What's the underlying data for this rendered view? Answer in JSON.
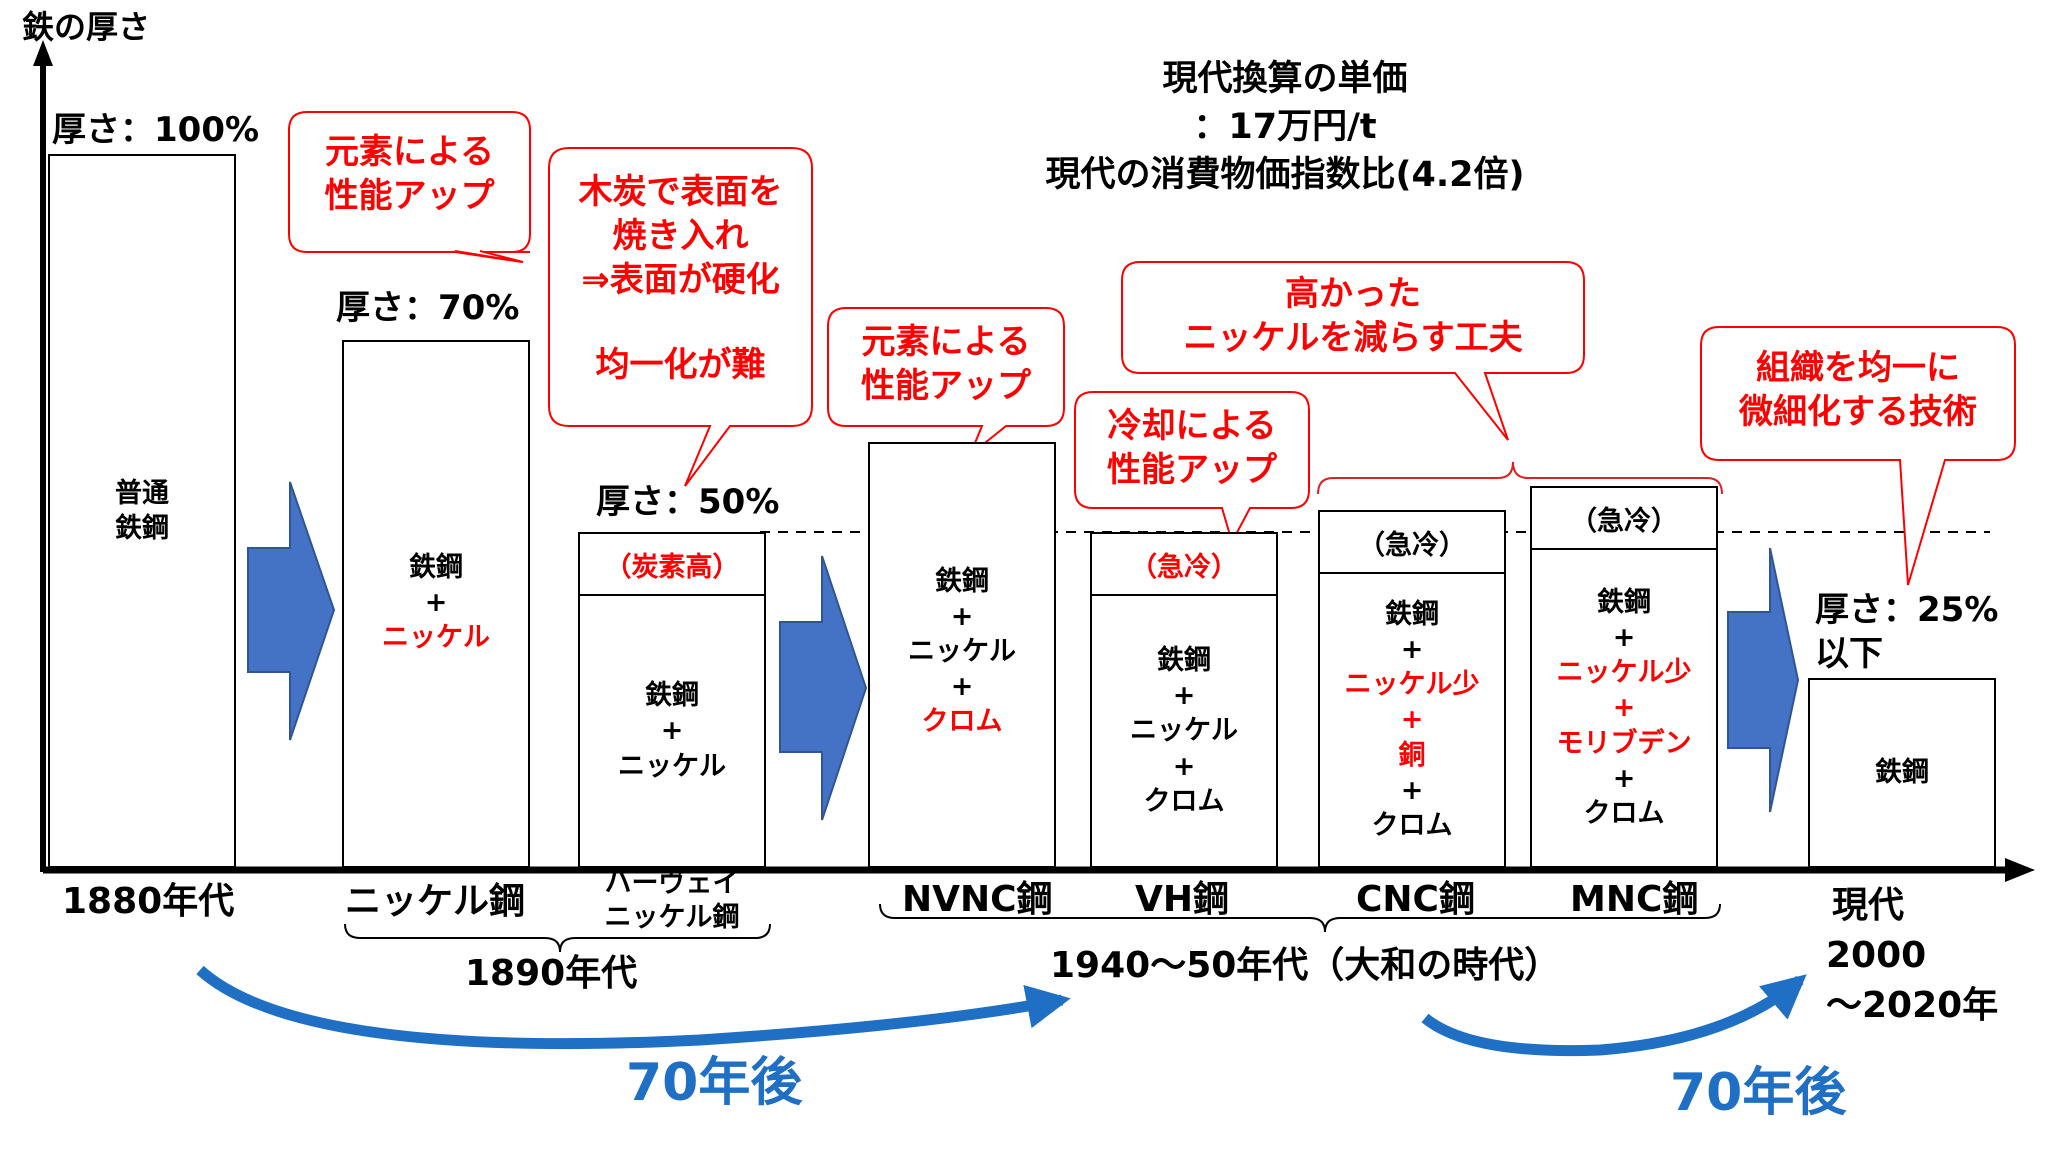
{
  "y_axis_label": "鉄の厚さ",
  "price_note": {
    "line1": "現代換算の単価",
    "line2": "：17万円/t",
    "line3": "現代の消費物価指数比(4.2倍)"
  },
  "thickness_labels": {
    "t100": "厚さ：100%",
    "t70": "厚さ：70%",
    "t50": "厚さ：50%",
    "t25a": "厚さ：25%",
    "t25b": "以下"
  },
  "bars": {
    "normal": {
      "line1": "普通",
      "line2": "鉄鋼"
    },
    "nickel": {
      "l1": "鉄鋼",
      "l2": "+",
      "l3": "ニッケル"
    },
    "harvey": {
      "cap": "（炭素高）",
      "l1": "鉄鋼",
      "l2": "+",
      "l3": "ニッケル"
    },
    "nvnc": {
      "l1": "鉄鋼",
      "l2": "+",
      "l3": "ニッケル",
      "l4": "+",
      "l5": "クロム"
    },
    "vh": {
      "cap": "（急冷）",
      "l1": "鉄鋼",
      "l2": "+",
      "l3": "ニッケル",
      "l4": "+",
      "l5": "クロム"
    },
    "cnc": {
      "cap": "（急冷）",
      "l1": "鉄鋼",
      "l2": "+",
      "l3": "ニッケル少",
      "l4": "+",
      "l5": "銅",
      "l6": "+",
      "l7": "クロム"
    },
    "mnc": {
      "cap": "（急冷）",
      "l1": "鉄鋼",
      "l2": "+",
      "l3": "ニッケル少",
      "l4": "+",
      "l5": "モリブデン",
      "l6": "+",
      "l7": "クロム"
    },
    "modern": {
      "l1": "鉄鋼"
    }
  },
  "x_labels": {
    "era1880": "1880年代",
    "nickel_steel": "ニッケル鋼",
    "harvey1": "ハーヴェイ",
    "harvey2": "ニッケル鋼",
    "era1890": "1890年代",
    "nvnc": "NVNC鋼",
    "vh": "VH鋼",
    "cnc": "CNC鋼",
    "mnc": "MNC鋼",
    "era1940": "1940～50年代（大和の時代）",
    "modern1": "現代",
    "modern2": "2000",
    "modern3": "～2020年"
  },
  "bubbles": {
    "b1": {
      "l1": "元素による",
      "l2": "性能アップ"
    },
    "b2": {
      "l1": "木炭で表面を",
      "l2": "焼き入れ",
      "l3": "⇒表面が硬化",
      "l4": "均一化が難"
    },
    "b3": {
      "l1": "元素による",
      "l2": "性能アップ"
    },
    "b4": {
      "l1": "冷却による",
      "l2": "性能アップ"
    },
    "b5": {
      "l1": "高かった",
      "l2": "ニッケルを減らす工夫"
    },
    "b6": {
      "l1": "組織を均一に",
      "l2": "微細化する技術"
    }
  },
  "spans": {
    "first": "70年後",
    "second": "70年後"
  },
  "colors": {
    "bubble_text": "#ff0000",
    "arrow_fill": "#4472c4",
    "curve": "#1f6fc5"
  }
}
